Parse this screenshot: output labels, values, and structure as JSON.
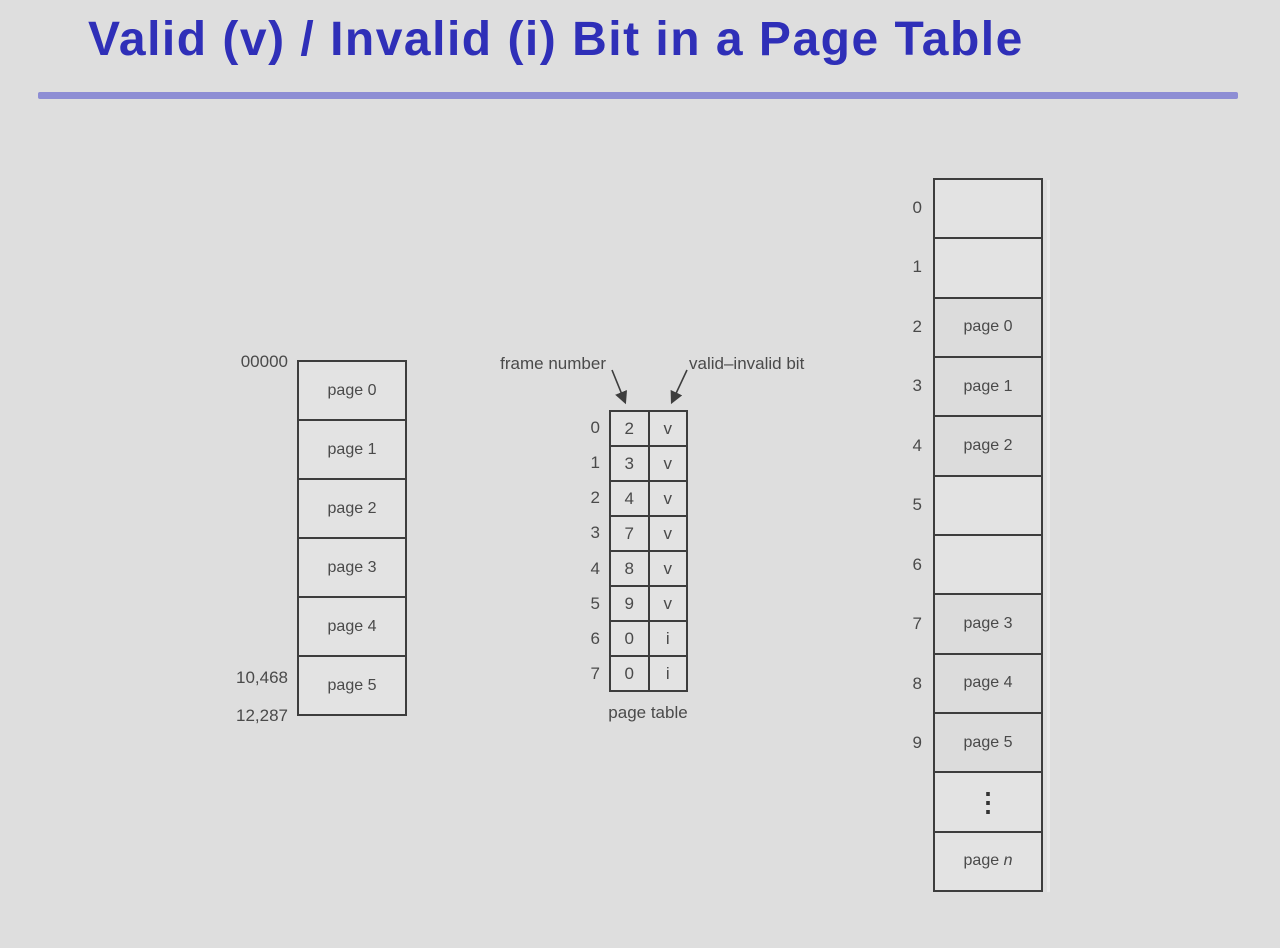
{
  "slide": {
    "title": "Valid (v) / Invalid (i) Bit in a Page Table"
  },
  "logical_memory": {
    "top_address": "00000",
    "address_10468": "10,468",
    "address_12287": "12,287",
    "pages": [
      "page 0",
      "page 1",
      "page 2",
      "page 3",
      "page 4",
      "page 5"
    ]
  },
  "page_table": {
    "frame_label": "frame number",
    "bit_label": "valid–invalid bit",
    "caption": "page table",
    "row_indices": [
      "0",
      "1",
      "2",
      "3",
      "4",
      "5",
      "6",
      "7"
    ],
    "frames": [
      "2",
      "3",
      "4",
      "7",
      "8",
      "9",
      "0",
      "0"
    ],
    "bits": [
      "v",
      "v",
      "v",
      "v",
      "v",
      "v",
      "i",
      "i"
    ]
  },
  "physical_memory": {
    "frame_indices": [
      "0",
      "1",
      "2",
      "3",
      "4",
      "5",
      "6",
      "7",
      "8",
      "9"
    ],
    "cells": [
      "",
      "",
      "page 0",
      "page 1",
      "page 2",
      "",
      "",
      "page 3",
      "page 4",
      "page 5"
    ],
    "ellipsis": "⋮",
    "last_cell": {
      "prefix": "page ",
      "var": "n"
    }
  },
  "colors": {
    "background": "#dedede",
    "title_blue": "#2f2fb8",
    "rule_blue": "#8d8dd4",
    "diagram_line": "#3d3d3d",
    "diagram_text": "#4a4a4a"
  }
}
